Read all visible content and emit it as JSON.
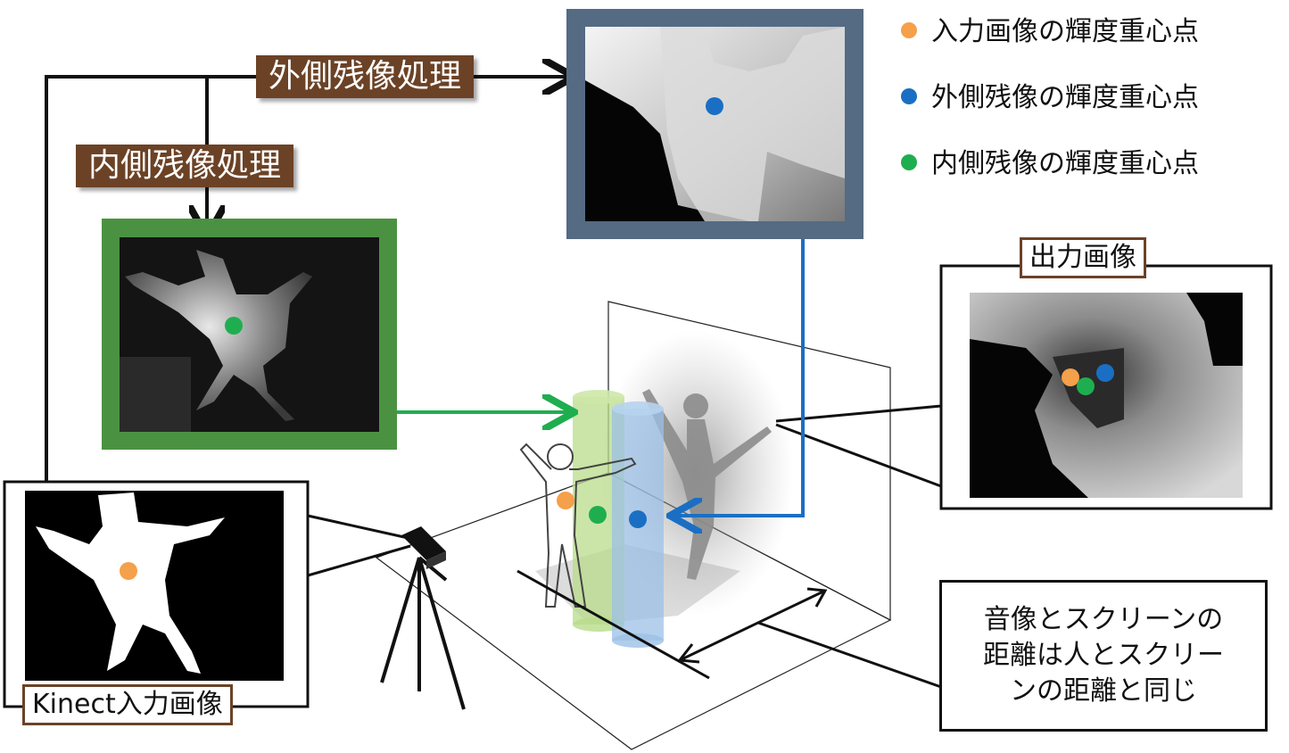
{
  "labels": {
    "outer_process": "外側残像処理",
    "inner_process": "内側残像処理",
    "output_image": "出力画像",
    "kinect_input": "Kinect入力画像"
  },
  "legend": [
    {
      "text": "入力画像の輝度重心点",
      "color": "#f5a04a"
    },
    {
      "text": "外側残像の輝度重心点",
      "color": "#1a6fc4"
    },
    {
      "text": "内側残像の輝度重心点",
      "color": "#1fae4f"
    }
  ],
  "note": {
    "lines": [
      "音像とスクリーンの",
      "距離は人とスクリー",
      "ンの距離と同じ"
    ]
  },
  "colors": {
    "input_centroid": "#f5a04a",
    "outer_centroid": "#1a6fc4",
    "inner_centroid": "#1fae4f",
    "outer_frame": "#546b83",
    "inner_frame": "#4a9241",
    "label_brown": "#6b4226"
  }
}
